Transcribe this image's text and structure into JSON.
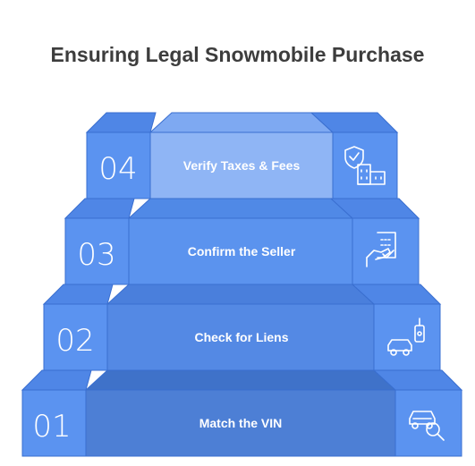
{
  "title": "Ensuring Legal Snowmobile Purchase",
  "colors": {
    "side": "#5b93f0",
    "top": "#4f86e6",
    "line": "#3a6fd0",
    "text": "#ffffff",
    "center": [
      "#4d7fd5",
      "#5489e4",
      "#5b93ee",
      "#8fb5f5"
    ]
  },
  "steps": [
    {
      "number": "01",
      "label": "Match the VIN",
      "icon": "car-search-icon"
    },
    {
      "number": "02",
      "label": "Check for Liens",
      "icon": "car-remote-icon"
    },
    {
      "number": "03",
      "label": "Confirm the Seller",
      "icon": "hand-document-icon"
    },
    {
      "number": "04",
      "label": "Verify Taxes & Fees",
      "icon": "shield-building-icon"
    }
  ]
}
